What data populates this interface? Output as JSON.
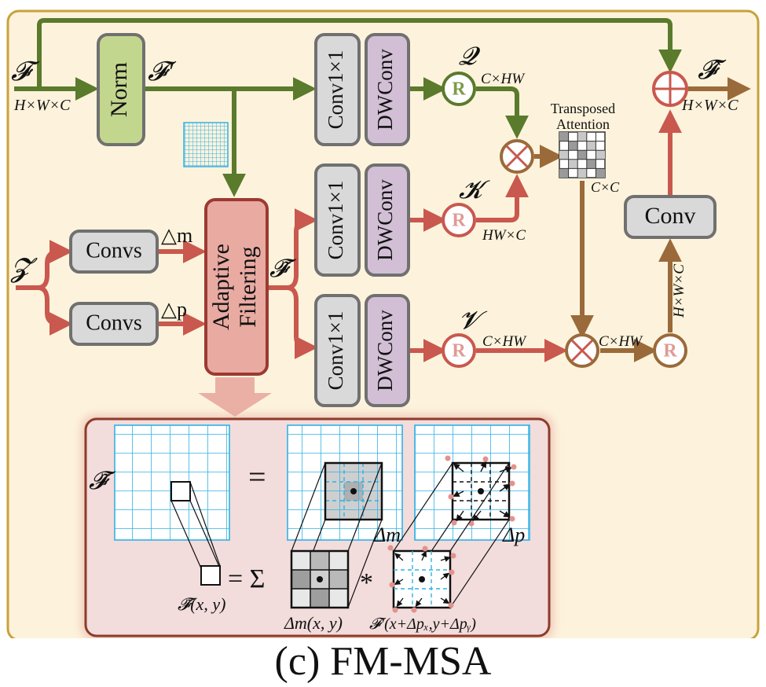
{
  "caption": "(c) FM-MSA",
  "labels": {
    "F": "𝓕",
    "HWC_in": "H×W×C",
    "F_prime": "𝓕′",
    "Z": "𝓩",
    "dm": "△m",
    "dp": "△p",
    "F_tilde": "𝓕̃",
    "Q": "𝓠",
    "K": "𝓚",
    "V": "𝓥",
    "Q_dim": "C×HW",
    "K_dim": "HW×C",
    "V_dim": "C×HW",
    "out_mul_dim": "C×HW",
    "attn_dim": "C×C",
    "conv_in_dim": "H×W×C",
    "F_hat": "𝓕̂",
    "HWC_out": "H×W×C",
    "transposed_line1": "Transposed",
    "transposed_line2": "Attention",
    "R": "R"
  },
  "boxes": {
    "norm": "Norm",
    "convs_m": "Convs",
    "convs_p": "Convs",
    "adaptive_line1": "Adaptive",
    "adaptive_line2": "Filtering",
    "conv1x1": "Conv1×1",
    "dwconv": "DWConv",
    "conv_out": "Conv"
  },
  "detail": {
    "F_tilde": "𝓕̃",
    "equals": "=",
    "delta_m": "Δm",
    "delta_p": "Δp",
    "sum": "= Σ",
    "star": "*",
    "F_tilde_xy": "𝓕̃(x, y)",
    "delta_m_xy": "Δm(x, y)",
    "F_prime_shift": "𝓕′(x+Δpₓ,y+Δpᵧ)"
  },
  "colors": {
    "green": "#5a7a2c",
    "red": "#c9584e",
    "brown": "#9a6a3a",
    "panel_bg": "#fdf3dc",
    "panel_border": "#c8a23a",
    "grid_blue": "#2fb2e6"
  }
}
